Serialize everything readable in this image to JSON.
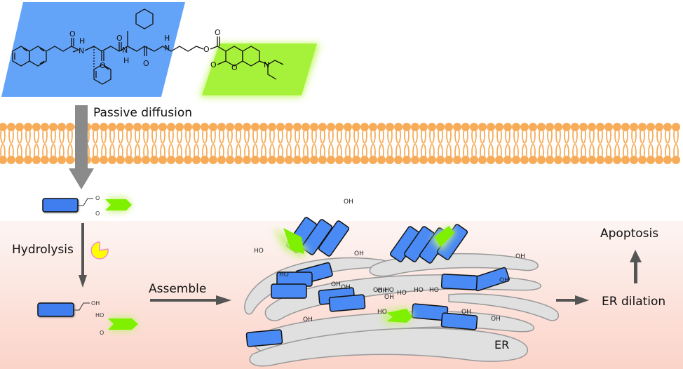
{
  "labels": {
    "passive_diffusion": "Passive diffusion",
    "hydrolysis": "Hydrolysis",
    "assemble": "Assemble",
    "apoptosis": "Apoptosis",
    "er_dilation": "ER dilation",
    "er": "ER"
  },
  "chem_labels": {
    "oh": "OH",
    "ho": "HO",
    "o": "O",
    "n": "N",
    "h": "H"
  },
  "colors": {
    "peptide_blue": "#4a8af4",
    "dye_green": "#88f000",
    "membrane_orange": "#f7ac5a",
    "arrow_gray": "#8a8a8a",
    "arrow_dark": "#555555",
    "enzyme_yellow": "#ffff00",
    "enzyme_outline": "#f090c8",
    "er_fill": "#e0e0e0"
  }
}
